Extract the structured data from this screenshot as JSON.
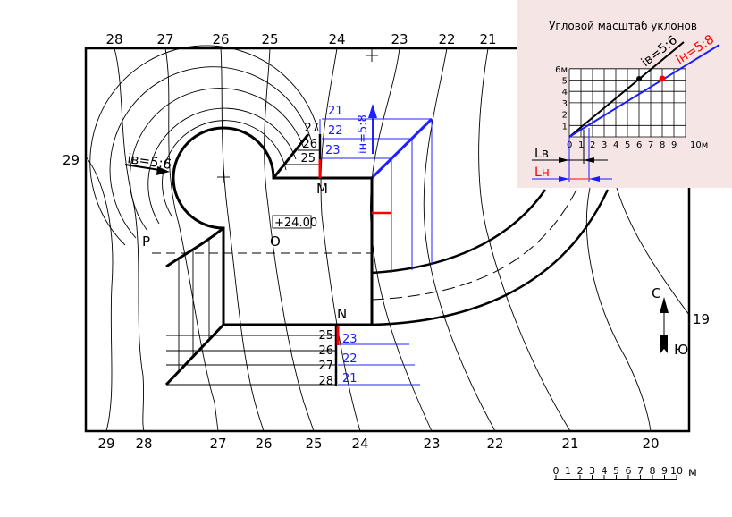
{
  "top_labels": [
    "28",
    "27",
    "26",
    "25",
    "24",
    "23",
    "22",
    "21"
  ],
  "bottom_labels": [
    "29",
    "28",
    "27",
    "26",
    "25",
    "24",
    "23",
    "22",
    "21",
    "20"
  ],
  "left_label": "29",
  "right_label": "19",
  "points": {
    "P": "P",
    "O": "O",
    "M": "M",
    "N": "N"
  },
  "elevation": "+24.00",
  "slope_fill": "iв=5:6",
  "slope_cut": "iн=5:8",
  "top_fill_marks": [
    "27",
    "26",
    "25"
  ],
  "top_cut_marks": [
    "21",
    "22",
    "23"
  ],
  "bottom_fill_marks": [
    "25",
    "26",
    "27",
    "28"
  ],
  "bottom_cut_marks": [
    "23",
    "22",
    "21"
  ],
  "compass": {
    "north": "С",
    "south": "Ю"
  },
  "scale_bar": {
    "ticks": [
      "0",
      "1",
      "2",
      "3",
      "4",
      "5",
      "6",
      "7",
      "8",
      "9",
      "10"
    ],
    "unit": "м"
  },
  "inset": {
    "title": "Угловой масштаб уклонов",
    "y_ticks": [
      "1",
      "2",
      "3",
      "4",
      "5",
      "6м"
    ],
    "x_ticks": [
      "0",
      "1",
      "2",
      "3",
      "4",
      "5",
      "6",
      "7",
      "8",
      "9",
      "10м"
    ],
    "line_fill": "iв=5:6",
    "line_cut": "iн=5:8",
    "L_fill": "Lв",
    "L_cut": "Lн"
  },
  "colors": {
    "cut": "#2020ff",
    "marker": "#ff0000",
    "inset_bg": "#f5e5e5"
  }
}
